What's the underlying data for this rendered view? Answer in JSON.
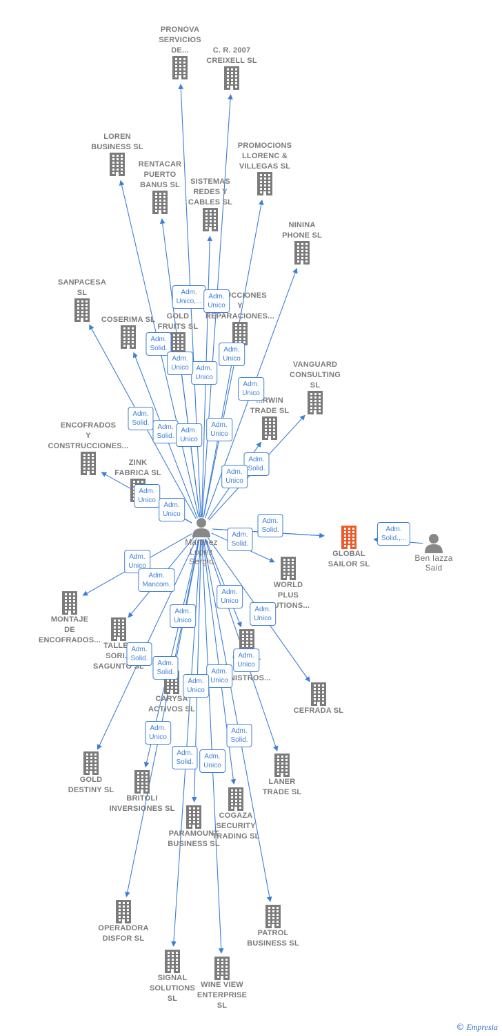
{
  "colors": {
    "edge": "#3d7ed6",
    "building": "#7b7b7b",
    "highlight": "#ef5a2a",
    "person": "#888888"
  },
  "center": {
    "id": "martinez",
    "label": "Martinez\nLopez\nSergio"
  },
  "nodes": [
    {
      "id": "pronova",
      "label": "PRONOVA\nSERVICIOS\nDE...",
      "type": "building"
    },
    {
      "id": "cr2007",
      "label": "C. R. 2007\nCREIXELL SL",
      "type": "building"
    },
    {
      "id": "loren",
      "label": "LOREN\nBUSINESS  SL",
      "type": "building"
    },
    {
      "id": "rentacar",
      "label": "RENTACAR\nPUERTO\nBANUS SL",
      "type": "building"
    },
    {
      "id": "sistemas",
      "label": "SISTEMAS\nREDES Y\nCABLES  SL",
      "type": "building"
    },
    {
      "id": "promocions",
      "label": "PROMOCIONS\nLLORENC &\nVILLEGAS SL",
      "type": "building"
    },
    {
      "id": "ninina",
      "label": "NININA\nPHONE  SL",
      "type": "building"
    },
    {
      "id": "sanpacesa",
      "label": "SANPACESA\nSL",
      "type": "building"
    },
    {
      "id": "coserima",
      "label": "COSERIMA  SL",
      "type": "building"
    },
    {
      "id": "fgold",
      "label": "F...\nGOLD\nFRUITS  SL",
      "type": "building"
    },
    {
      "id": "construcciones",
      "label": "...RUCCIONES\nY\nREPARACIONES...",
      "type": "building"
    },
    {
      "id": "vanguard",
      "label": "VANGUARD\nCONSULTING\nSL",
      "type": "building"
    },
    {
      "id": "darwin",
      "label": "...RWIN\nTRADE  SL",
      "type": "building"
    },
    {
      "id": "encofrados",
      "label": "ENCOFRADOS\nY\nCONSTRUCCIONES...",
      "type": "building"
    },
    {
      "id": "zink",
      "label": "ZINK\nFABRICA SL",
      "type": "building"
    },
    {
      "id": "global",
      "label": "GLOBAL\nSAILOR  SL",
      "type": "building-hl"
    },
    {
      "id": "benlazza",
      "label": "Ben Iazza\nSaid",
      "type": "person"
    },
    {
      "id": "montaje",
      "label": "MONTAJE\nDE\nENCOFRADOS...",
      "type": "building"
    },
    {
      "id": "taller",
      "label": "TALLER\nSORI...\nSAGUNTO  SL",
      "type": "building"
    },
    {
      "id": "world",
      "label": "WORLD\nPLUS\n...UTIONS...",
      "type": "building"
    },
    {
      "id": "comercial",
      "label": "CO...AL\nY\n...NISTROS...",
      "type": "building"
    },
    {
      "id": "carysa",
      "label": "CARYSA\nACTIVOS  SL",
      "type": "building"
    },
    {
      "id": "cefrada",
      "label": "CEFRADA SL",
      "type": "building"
    },
    {
      "id": "golddestiny",
      "label": "GOLD\nDESTINY  SL",
      "type": "building"
    },
    {
      "id": "britoli",
      "label": "BRITOLI\nINVERSIONES SL",
      "type": "building"
    },
    {
      "id": "laner",
      "label": "LANER\nTRADE  SL",
      "type": "building"
    },
    {
      "id": "cogaza",
      "label": "COGAZA\nSECURITY\nTRADING SL",
      "type": "building"
    },
    {
      "id": "paramount",
      "label": "PARAMOUNT\nBUSINESS SL",
      "type": "building"
    },
    {
      "id": "operadora",
      "label": "OPERADORA\nDISFOR  SL",
      "type": "building"
    },
    {
      "id": "patrol",
      "label": "PATROL\nBUSINESS  SL",
      "type": "building"
    },
    {
      "id": "signal",
      "label": "SIGNAL\nSOLUTIONS\nSL",
      "type": "building"
    },
    {
      "id": "wineview",
      "label": "WINE VIEW\nENTERPRISE\nSL",
      "type": "building"
    }
  ],
  "edges": [
    {
      "from": "martinez",
      "to": "pronova",
      "label": "Adm.\nUnico,..."
    },
    {
      "from": "martinez",
      "to": "cr2007",
      "label": "Adm.\nUnico"
    },
    {
      "from": "martinez",
      "to": "loren",
      "label": "Adm.\nSolid."
    },
    {
      "from": "martinez",
      "to": "rentacar",
      "label": "Adm.\nSolid."
    },
    {
      "from": "martinez",
      "to": "sistemas",
      "label": "Adm.\nUnico"
    },
    {
      "from": "martinez",
      "to": "promocions",
      "label": "Adm.\nUnico"
    },
    {
      "from": "martinez",
      "to": "ninina",
      "label": "Adm.\nUnico"
    },
    {
      "from": "martinez",
      "to": "sanpacesa",
      "label": "Adm.\nSolid."
    },
    {
      "from": "martinez",
      "to": "coserima",
      "label": "Adm.\nUnico"
    },
    {
      "from": "martinez",
      "to": "fgold",
      "label": "Adm.\nUnico"
    },
    {
      "from": "martinez",
      "to": "construcciones",
      "label": "Adm.\nUnico"
    },
    {
      "from": "martinez",
      "to": "vanguard",
      "label": "Adm.\nSolid."
    },
    {
      "from": "martinez",
      "to": "darwin",
      "label": "Adm.\nUnico"
    },
    {
      "from": "martinez",
      "to": "zink",
      "label": "Adm.\nUnico"
    },
    {
      "from": "martinez",
      "to": "encofrados",
      "label": "Adm.\nUnico"
    },
    {
      "from": "martinez",
      "to": "global",
      "label": "Adm.\nSolid."
    },
    {
      "from": "benlazza",
      "to": "global",
      "label": "Adm.\nSolid.,..."
    },
    {
      "from": "martinez",
      "to": "global",
      "label": "Adm.\nSolid."
    },
    {
      "from": "martinez",
      "to": "montaje",
      "label": "Adm.\nUnico"
    },
    {
      "from": "martinez",
      "to": "taller",
      "label": "Adm.\nMancom."
    },
    {
      "from": "martinez",
      "to": "world",
      "label": "Adm.\nUnico"
    },
    {
      "from": "martinez",
      "to": "cefrada",
      "label": "Adm.\nUnico"
    },
    {
      "from": "martinez",
      "to": "comercial",
      "label": "Adm.\nUnico"
    },
    {
      "from": "martinez",
      "to": "carysa",
      "label": "Adm.\nUnico"
    },
    {
      "from": "martinez",
      "to": "golddestiny",
      "label": "Adm.\nSolid."
    },
    {
      "from": "martinez",
      "to": "britoli",
      "label": "Adm.\nSolid."
    },
    {
      "from": "martinez",
      "to": "laner",
      "label": "Adm.\nSolid."
    },
    {
      "from": "martinez",
      "to": "cogaza",
      "label": "Adm.\nUnico"
    },
    {
      "from": "martinez",
      "to": "paramount",
      "label": "Adm.\nUnico"
    },
    {
      "from": "martinez",
      "to": "operadora",
      "label": "Adm.\nUnico"
    },
    {
      "from": "martinez",
      "to": "signal",
      "label": "Adm.\nSolid."
    },
    {
      "from": "martinez",
      "to": "wineview",
      "label": "Adm.\nUnico"
    },
    {
      "from": "martinez",
      "to": "patrol",
      "label": "Adm.\nUnico"
    }
  ],
  "watermark": {
    "symbol": "©",
    "brand": "Empresia"
  }
}
